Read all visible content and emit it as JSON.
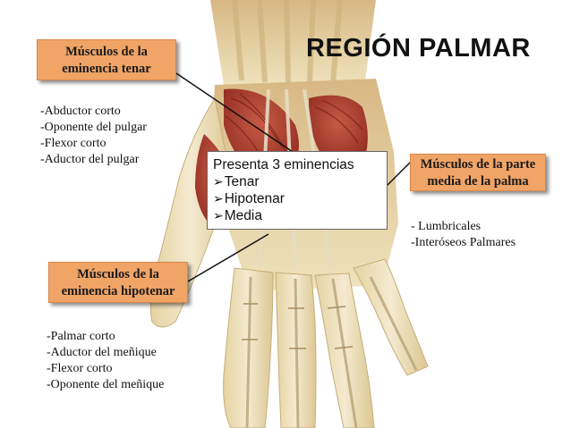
{
  "title": "REGIÓN PALMAR",
  "thenar": {
    "label_line1": "Músculos de la",
    "label_line2": "eminencia tenar",
    "muscles": [
      "-Abductor corto",
      "-Oponente del pulgar",
      "-Flexor corto",
      "-Aductor del pulgar"
    ]
  },
  "hypothenar": {
    "label_line1": "Músculos de la",
    "label_line2": "eminencia hipotenar",
    "muscles": [
      "-Palmar corto",
      "-Aductor del meñique",
      "-Flexor corto",
      "-Oponente del meñique"
    ]
  },
  "middle": {
    "label_line1": "Músculos de la parte",
    "label_line2": "media de la palma",
    "muscles": [
      "- Lumbricales",
      "-Interóseos Palmares"
    ]
  },
  "summary": {
    "heading": "Presenta 3 eminencias",
    "items": [
      "Tenar",
      "Hipotenar",
      "Media"
    ],
    "bullet": "➢"
  },
  "colors": {
    "label_fill": "#f0a466",
    "skin": "#e9d6a6",
    "muscle": "#a83a2c",
    "tendon": "#d9d1b4"
  }
}
